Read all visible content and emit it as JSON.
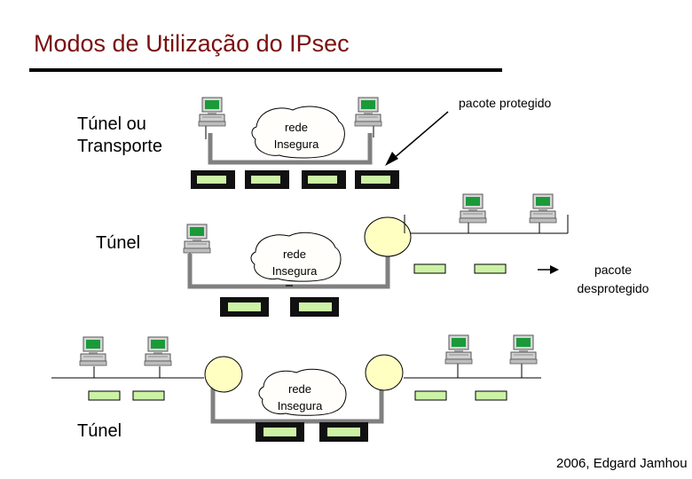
{
  "title": "Modos de Utilização do IPsec",
  "modes": {
    "top_label_line1": "Túnel ou",
    "top_label_line2": "Transporte",
    "middle_label": "Túnel",
    "bottom_label": "Túnel"
  },
  "clouds": {
    "top_line1": "rede",
    "top_line2": "Insegura",
    "middle_line1": "rede",
    "middle_line2": "Insegura",
    "bottom_line1": "rede",
    "bottom_line2": "Insegura"
  },
  "annotations": {
    "protected": "pacote protegido",
    "unprotected_line1": "pacote",
    "unprotected_line2": "desprotegido"
  },
  "credit": "2006, Edgard Jamhou",
  "colors": {
    "title": "#7a1010",
    "packet_protected_fill": "#111111",
    "packet_fill": "#ccf2a6",
    "gateway_fill": "#ffffc2",
    "cable": "#808080",
    "monitor_screen": "#1b9a3a"
  }
}
